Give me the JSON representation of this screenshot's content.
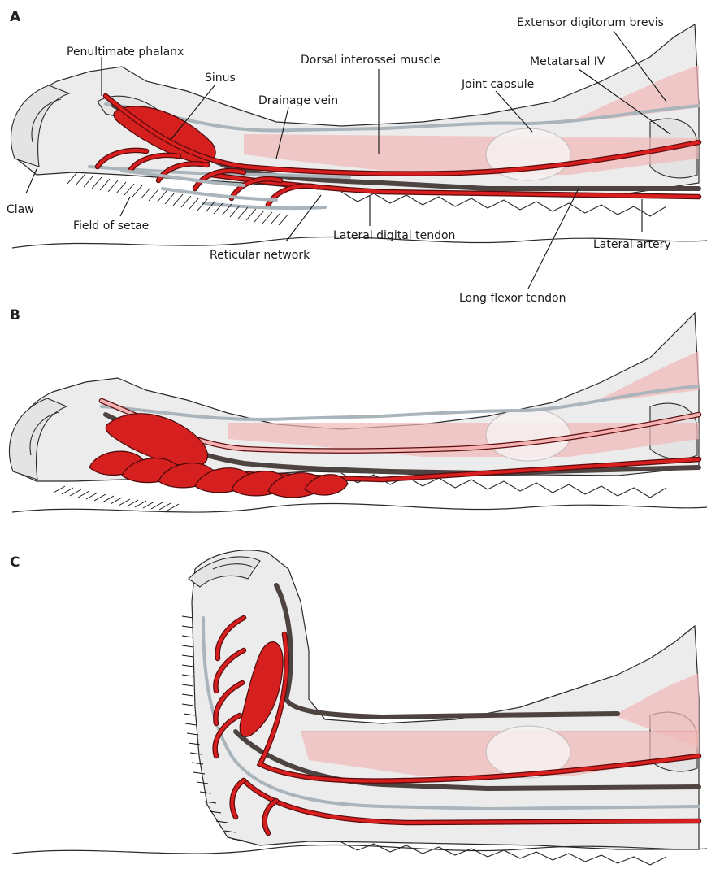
{
  "panels": {
    "a": {
      "letter": "A"
    },
    "b": {
      "letter": "B"
    },
    "c": {
      "letter": "C"
    }
  },
  "labels": {
    "extensor": "Extensor digitorum brevis",
    "penultimate": "Penultimate phalanx",
    "dorsal": "Dorsal interossei muscle",
    "metatarsal": "Metatarsal IV",
    "sinus": "Sinus",
    "joint": "Joint capsule",
    "drainage": "Drainage vein",
    "claw": "Claw",
    "setae": "Field of setae",
    "lateral_tendon": "Lateral digital tendon",
    "lateral_artery": "Lateral artery",
    "reticular": "Reticular network",
    "flexor": "Long flexor tendon"
  },
  "colors": {
    "artery_red": "#d81e1e",
    "tendon_dark": "#4d4442",
    "tendon_grey": "#a9b4bb",
    "muscle_pink": "#f2b8b8",
    "skin_grey": "#ececec"
  }
}
